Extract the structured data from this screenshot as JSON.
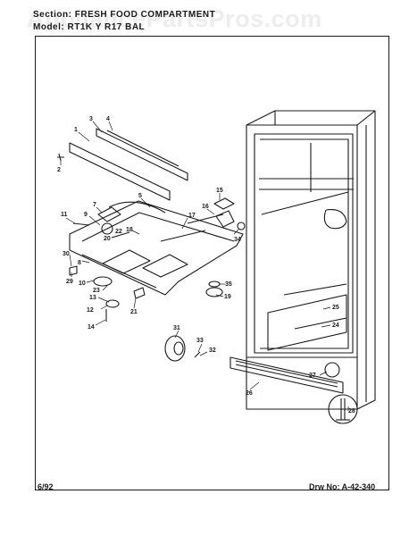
{
  "header": {
    "section_prefix": "Section:",
    "section_title": "FRESH FOOD COMPARTMENT",
    "model_prefix": "Model:",
    "model_text": "RT1K Y R17 BAL"
  },
  "watermark": "AppliancePartsPros.com",
  "footer": {
    "date": "6/92",
    "drawing_number": "Drw No: A-42-340"
  },
  "callouts": [
    "1",
    "2",
    "3",
    "4",
    "5",
    "7",
    "8",
    "9",
    "10",
    "11",
    "12",
    "13",
    "14",
    "15",
    "16",
    "17",
    "18",
    "19",
    "20",
    "21",
    "22",
    "23",
    "24",
    "25",
    "26",
    "27",
    "28",
    "29",
    "30",
    "31",
    "32",
    "33",
    "34",
    "35"
  ]
}
